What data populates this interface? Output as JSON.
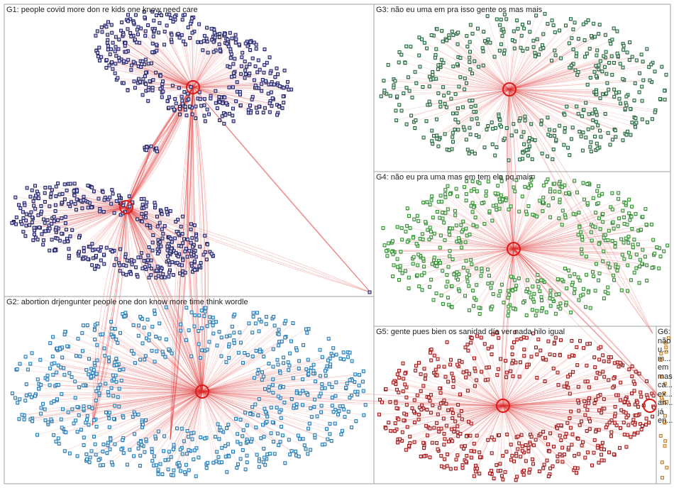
{
  "groups": [
    {
      "id": "G1",
      "label": "G1: people covid more don re kids one know need care",
      "color": "#1a1a5e"
    },
    {
      "id": "G2",
      "label": "G2: abortion drjengunter people one don know more time think wordle",
      "color": "#1f77b4"
    },
    {
      "id": "G3",
      "label": "G3: não eu uma em pra isso gente os mas mais",
      "color": "#1e5e3a"
    },
    {
      "id": "G4",
      "label": "G4: não eu pra uma mas em tem ela pq mais",
      "color": "#2e8b2e"
    },
    {
      "id": "G5",
      "label": "G5: gente pues bien os sanidad día ver nada hilo igual",
      "color": "#a01010"
    },
    {
      "id": "G6",
      "label": "G6:",
      "color": "#c87a20",
      "words": [
        "não",
        "u...",
        "m...",
        "em",
        "mas",
        "ca...",
        "ex...",
        "an...",
        "já",
        "en..."
      ]
    }
  ],
  "edge_color": "#e03030"
}
